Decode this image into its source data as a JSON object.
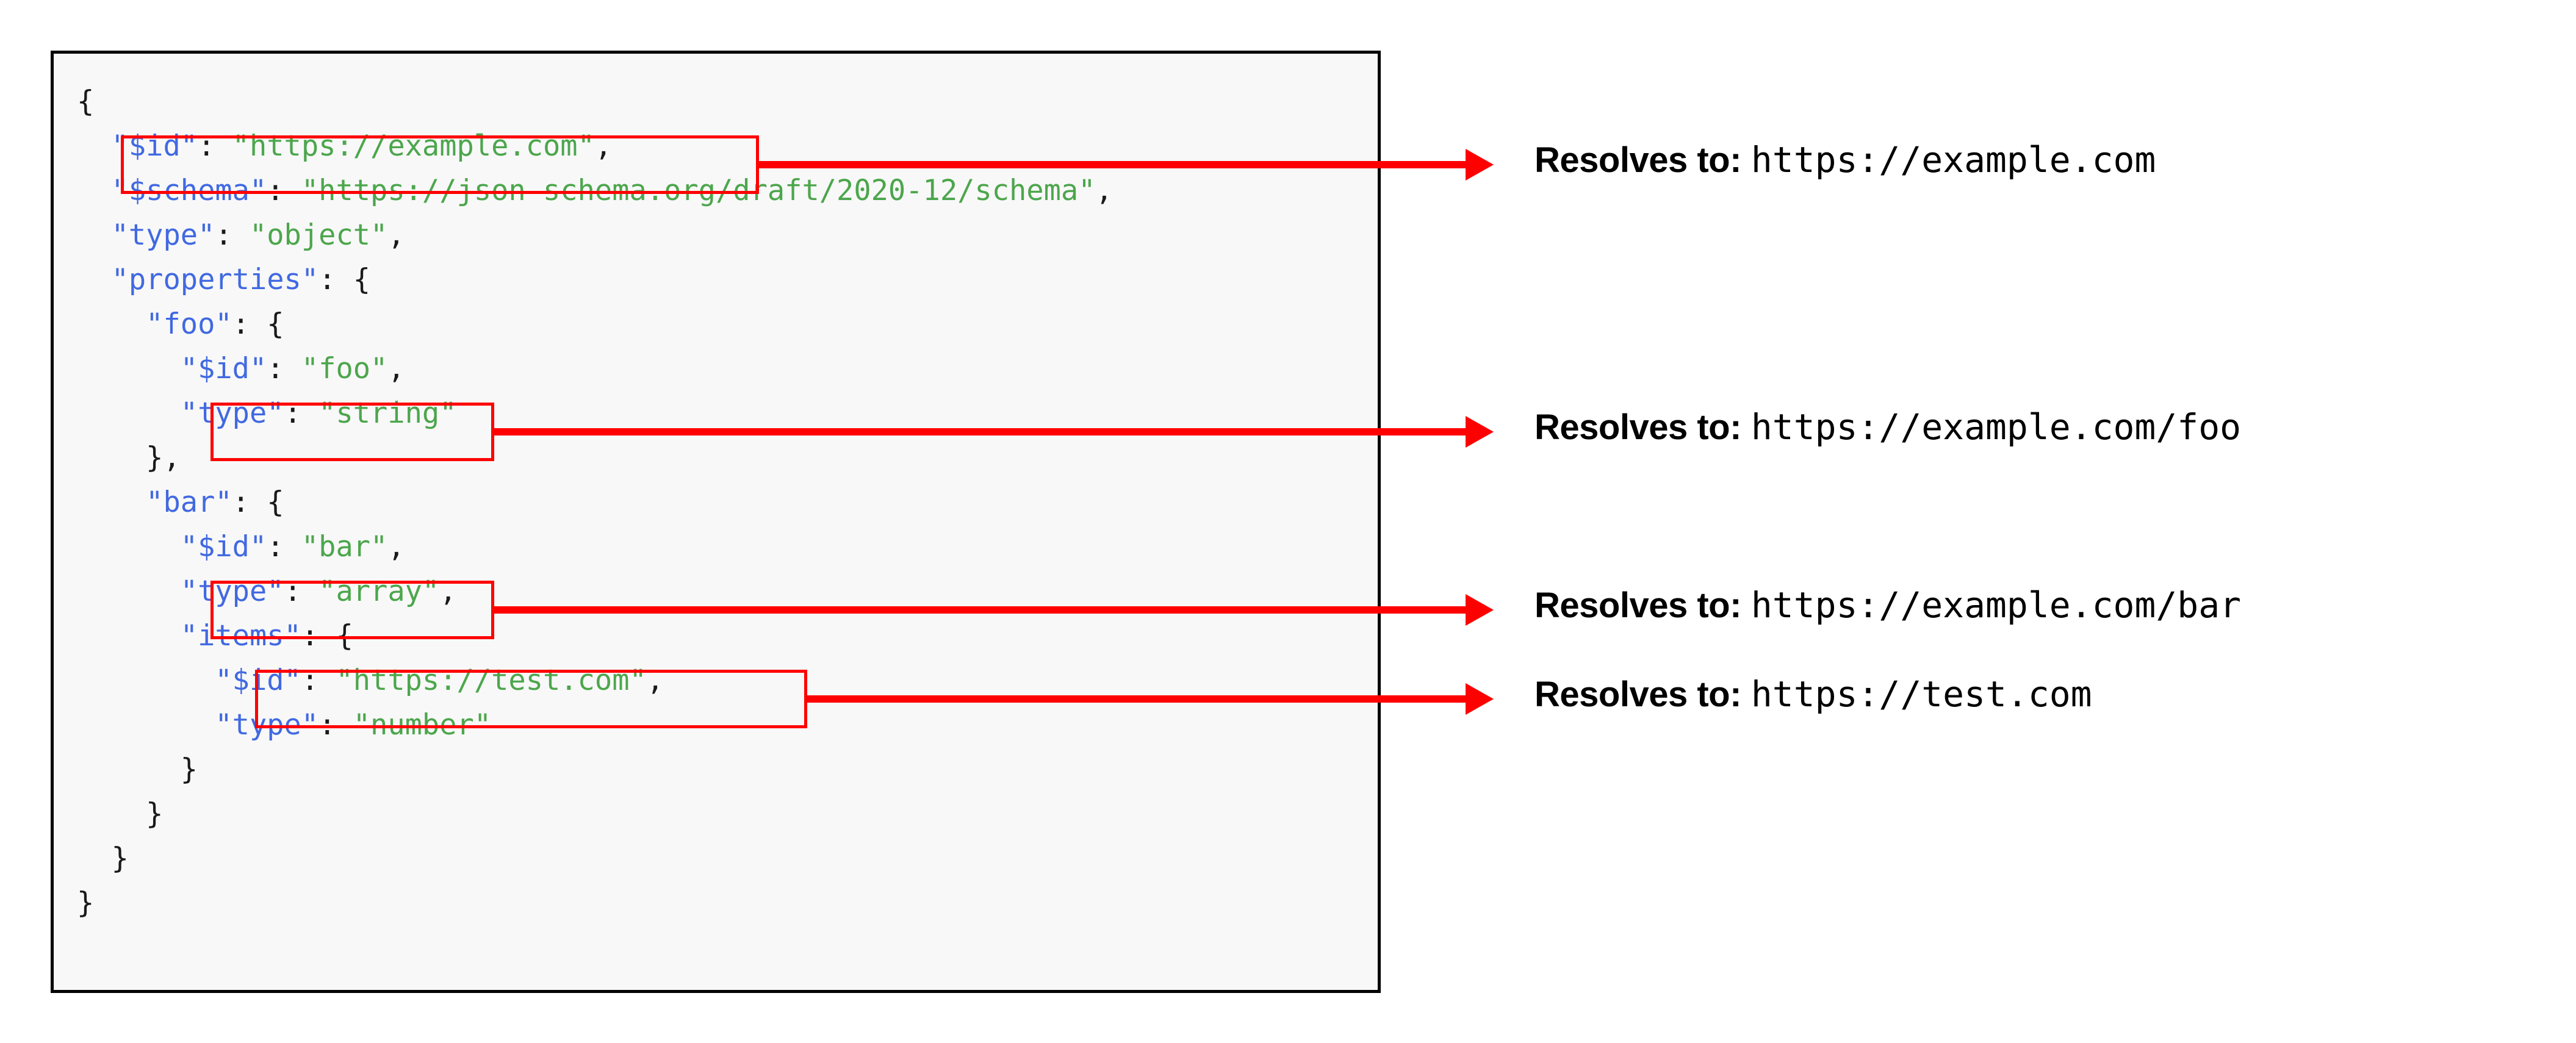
{
  "diagram": {
    "title": "JSON Schema $id resolution",
    "accent_red": "#ff0000",
    "key_color": "#4169e1",
    "string_color": "#4ca64c",
    "code_bg": "#f8f8f8",
    "border_color": "#000000"
  },
  "code": {
    "language": "json",
    "lines": [
      {
        "indent": 0,
        "text": "{"
      },
      {
        "indent": 1,
        "key": "\"$id\"",
        "sep": ": ",
        "value": "\"https://example.com\"",
        "tail": ","
      },
      {
        "indent": 1,
        "key": "\"$schema\"",
        "sep": ": ",
        "value": "\"https://json-schema.org/draft/2020-12/schema\"",
        "tail": ","
      },
      {
        "indent": 1,
        "key": "\"type\"",
        "sep": ": ",
        "value": "\"object\"",
        "tail": ","
      },
      {
        "indent": 1,
        "key": "\"properties\"",
        "sep": ": ",
        "value": "",
        "tail": "{"
      },
      {
        "indent": 2,
        "key": "\"foo\"",
        "sep": ": ",
        "value": "",
        "tail": "{"
      },
      {
        "indent": 3,
        "key": "\"$id\"",
        "sep": ": ",
        "value": "\"foo\"",
        "tail": ","
      },
      {
        "indent": 3,
        "key": "\"type\"",
        "sep": ": ",
        "value": "\"string\"",
        "tail": ""
      },
      {
        "indent": 2,
        "text": "},"
      },
      {
        "indent": 2,
        "key": "\"bar\"",
        "sep": ": ",
        "value": "",
        "tail": "{"
      },
      {
        "indent": 3,
        "key": "\"$id\"",
        "sep": ": ",
        "value": "\"bar\"",
        "tail": ","
      },
      {
        "indent": 3,
        "key": "\"type\"",
        "sep": ": ",
        "value": "\"array\"",
        "tail": ","
      },
      {
        "indent": 3,
        "key": "\"items\"",
        "sep": ": ",
        "value": "",
        "tail": "{"
      },
      {
        "indent": 4,
        "key": "\"$id\"",
        "sep": ": ",
        "value": "\"https://test.com\"",
        "tail": ","
      },
      {
        "indent": 4,
        "key": "\"type\"",
        "sep": ": ",
        "value": "\"number\"",
        "tail": ""
      },
      {
        "indent": 3,
        "text": "}"
      },
      {
        "indent": 2,
        "text": "}"
      },
      {
        "indent": 1,
        "text": "}"
      },
      {
        "indent": 0,
        "text": "}"
      }
    ]
  },
  "annotations": [
    {
      "id": "root-id",
      "label": "Resolves to:",
      "url": "https://example.com",
      "source_line": "\"$id\": \"https://example.com\","
    },
    {
      "id": "foo-id",
      "label": "Resolves to:",
      "url": "https://example.com/foo",
      "source_line": "\"$id\": \"foo\","
    },
    {
      "id": "bar-id",
      "label": "Resolves to:",
      "url": "https://example.com/bar",
      "source_line": "\"$id\": \"bar\","
    },
    {
      "id": "items-id",
      "label": "Resolves to:",
      "url": "https://test.com",
      "source_line": "\"$id\": \"https://test.com\","
    }
  ]
}
